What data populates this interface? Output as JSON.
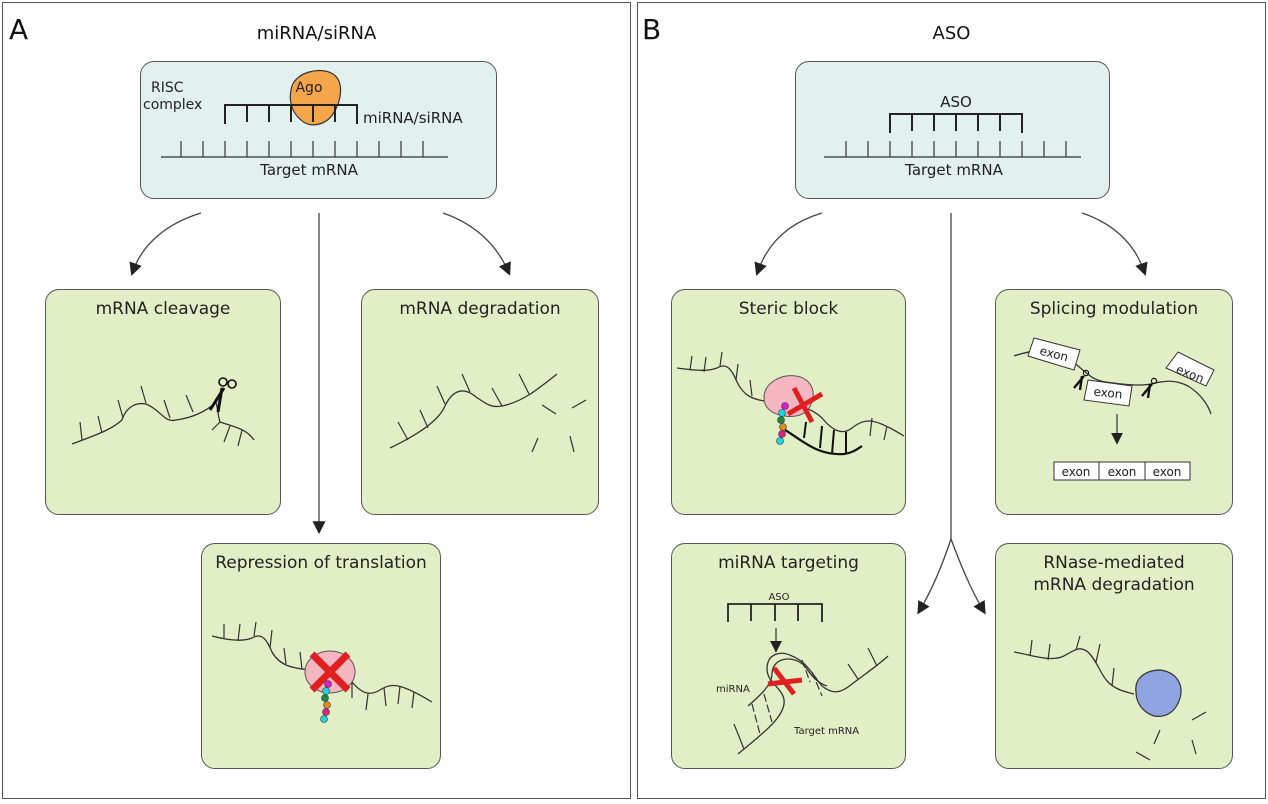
{
  "figure": {
    "panel_a": {
      "letter": "A",
      "title": "miRNA/siRNA",
      "mechanism_box": {
        "complex_label_line1": "RISC",
        "complex_label_line2": "complex",
        "protein_label": "Ago",
        "guide_label": "miRNA/siRNA",
        "target_label": "Target mRNA"
      },
      "outcomes": [
        {
          "title": "mRNA cleavage"
        },
        {
          "title": "mRNA degradation"
        },
        {
          "title": "Repression of translation"
        }
      ]
    },
    "panel_b": {
      "letter": "B",
      "title": "ASO",
      "mechanism_box": {
        "oligo_label": "ASO",
        "target_label": "Target mRNA"
      },
      "outcomes": [
        {
          "title": "Steric block"
        },
        {
          "title": "Splicing modulation",
          "exon_label": "exon",
          "spliced_exons": [
            "exon",
            "exon",
            "exon"
          ]
        },
        {
          "title": "miRNA targeting",
          "aso_label": "ASO",
          "mirna_label": "miRNA",
          "target_label": "Target mRNA"
        },
        {
          "title_line1": "RNase-mediated",
          "title_line2": "mRNA degradation"
        }
      ]
    },
    "colors": {
      "top_box_fill": "#e3f1ee",
      "outcome_box_fill": "#e2efc6",
      "ago_fill": "#f5a64a",
      "ribosome_fill": "#f4b6c0",
      "block_x": "#e02020",
      "rnase_fill": "#8fa4e0"
    }
  }
}
